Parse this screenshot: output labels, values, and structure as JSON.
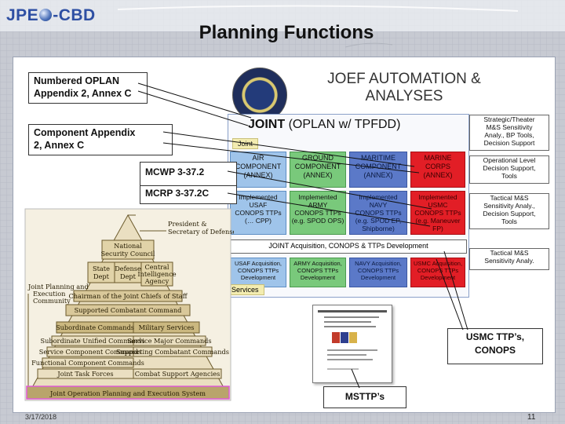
{
  "logo": {
    "left": "JPE",
    "right": "-CBD"
  },
  "slide_title": "Planning Functions",
  "callouts": {
    "oplan_line1": "Numbered OPLAN",
    "oplan_line2": "Appendix 2, Annex C",
    "component_line1": "Component Appendix",
    "component_line2": "2, Annex C",
    "mcwp": "MCWP 3-37.2",
    "mcrp": "MCRP 3-37.2C",
    "usmc_line1": "USMC TTP’s,",
    "usmc_line2": "CONOPS",
    "msttp": "MSTTP’s"
  },
  "joef": {
    "title_line1": "JOEF AUTOMATION &",
    "title_line2": "ANALYSES",
    "joint_bold": "JOINT",
    "joint_rest": "(OPLAN w/ TPFDD)",
    "joint_tag": "Joint",
    "services_tag": "Services",
    "components": [
      {
        "name": "AIR COMPONENT",
        "sub": "(ANNEX)",
        "color": "blue"
      },
      {
        "name": "GROUND COMPONENT",
        "sub": "(ANNEX)",
        "color": "green"
      },
      {
        "name": "MARITIME COMPONENT",
        "sub": "(ANNEX)",
        "color": "navy"
      },
      {
        "name": "MARINE CORPS",
        "sub": "(ANNEX)",
        "color": "red"
      }
    ],
    "implemented": [
      {
        "l1": "Implemented",
        "l2": "USAF",
        "l3": "CONOPS TTPs",
        "l4": "(… CPP)"
      },
      {
        "l1": "Implemented",
        "l2": "ARMY",
        "l3": "CONOPS TTPs",
        "l4": "(e.g. SPOD OPS)"
      },
      {
        "l1": "Implemented",
        "l2": "NAVY",
        "l3": "CONOPS TTPs",
        "l4": "(e.g. SPOD EP, Shipborne)"
      },
      {
        "l1": "Implemented",
        "l2": "USMC",
        "l3": "CONOPS TTPs",
        "l4": "(e.g. Maneuver FP)"
      }
    ],
    "acq_bar": "JOINT Acquisition, CONOPS & TTPs Development",
    "acquisition": [
      {
        "l1": "USAF Acquisition,",
        "l2": "CONOPS TTPs",
        "l3": "Development"
      },
      {
        "l1": "ARMY Acquisition,",
        "l2": "CONOPS TTPs",
        "l3": "Development"
      },
      {
        "l1": "NAVY Acquisition,",
        "l2": "CONOPS TTPs",
        "l3": "Development"
      },
      {
        "l1": "USMC Acquisition,",
        "l2": "CONOPS TTPs",
        "l3": "Development"
      }
    ],
    "side_boxes": [
      {
        "l1": "Strategic/Theater",
        "l2": "M&S Sensitivity",
        "l3": "Analy., BP Tools,",
        "l4": "Decision Support"
      },
      {
        "l1": "Operational Level",
        "l2": "Decision Support,",
        "l3": "Tools",
        "l4": ""
      },
      {
        "l1": "Tactical M&S",
        "l2": "Sensitivity Analy.,",
        "l3": "Decision Support,",
        "l4": "Tools"
      },
      {
        "l1": "Tactical M&S",
        "l2": "Sensitivity Analy.",
        "l3": "",
        "l4": ""
      }
    ]
  },
  "pyramid": {
    "president": "President &",
    "secdef": "Secretary of Defense",
    "nsc1": "National",
    "nsc2": "Security Council",
    "state1": "State",
    "state2": "Dept",
    "defense1": "Defense",
    "defense2": "Dept",
    "cia1": "Central",
    "cia2": "Intelligence",
    "cia3": "Agency",
    "jpec1": "Joint Planning and",
    "jpec2": "Execution",
    "jpec3": "Community",
    "cjcs": "Chairman of the Joint Chiefs of Staff",
    "supported_cmd": "Supported Combatant Command",
    "subordinate_cmds": "Subordinate Commands",
    "military_services": "Military Services",
    "sub_unified": "Subordinate Unified Commands",
    "service_major": "Service Major Commands",
    "service_component": "Service Component Commands",
    "supporting_cmds": "Supporting Combatant Commands",
    "functional_component": "Functional Component Commands",
    "joint_task": "Joint Task Forces",
    "combat_support": "Combat Support Agencies",
    "jopes": "Joint Operation Planning and Execution System"
  },
  "footer": {
    "date": "3/17/2018",
    "page": "11"
  }
}
